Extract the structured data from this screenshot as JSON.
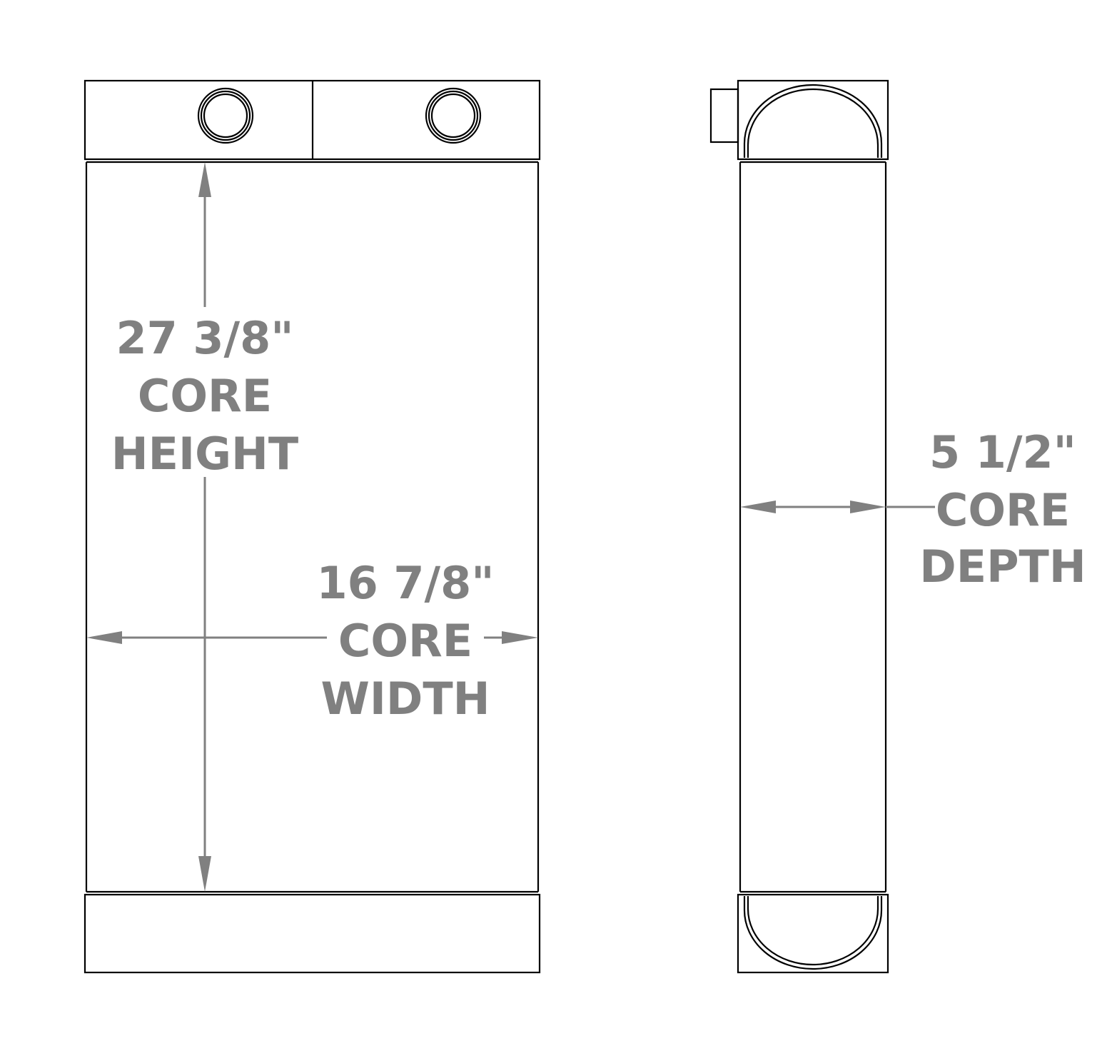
{
  "dimensions": {
    "height": {
      "value": "27 3/8\"",
      "line1": "CORE",
      "line2": "HEIGHT"
    },
    "width": {
      "value": "16 7/8\"",
      "line1": "CORE",
      "line2": "WIDTH"
    },
    "depth": {
      "value": "5 1/2\"",
      "line1": "CORE",
      "line2": "DEPTH"
    }
  },
  "colors": {
    "outline": "#000000",
    "dimension": "#808080"
  }
}
